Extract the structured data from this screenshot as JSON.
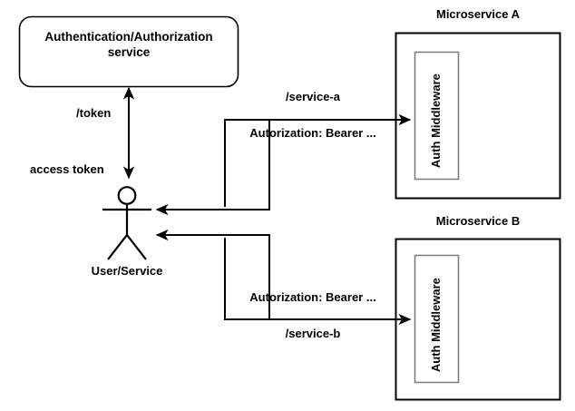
{
  "diagram": {
    "type": "architecture-flow",
    "title_visible": false,
    "colors": {
      "stroke": "#000000",
      "background": "#ffffff",
      "inner_box_stroke": "#808080",
      "text": "#000000"
    },
    "nodes": {
      "auth_service": {
        "label": "Authentication/Authorization\nservice",
        "shape": "rounded-rectangle"
      },
      "actor": {
        "label": "User/Service",
        "shape": "stick-figure"
      },
      "microservice_a": {
        "title": "Microservice A",
        "shape": "rectangle",
        "inner": {
          "label": "Auth Middleware",
          "orientation": "vertical"
        }
      },
      "microservice_b": {
        "title": "Microservice B",
        "shape": "rectangle",
        "inner": {
          "label": "Auth Middleware",
          "orientation": "vertical"
        }
      }
    },
    "edges": {
      "token_request": {
        "label": "/token",
        "direction": "actor-to-auth-service"
      },
      "token_response": {
        "label": "access token",
        "direction": "auth-service-to-actor"
      },
      "call_a_path": {
        "label": "/service-a",
        "header": "Autorization: Bearer ...",
        "direction": "actor-to-microservice-a"
      },
      "call_b_path": {
        "label": "/service-b",
        "header": "Autorization: Bearer ...",
        "direction": "actor-to-microservice-b"
      }
    }
  }
}
